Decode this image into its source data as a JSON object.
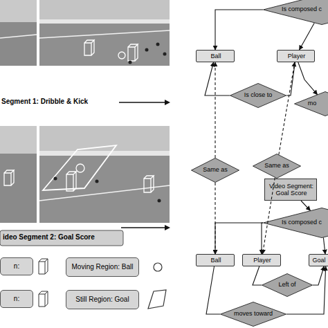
{
  "diagram": {
    "nodes": [
      {
        "text": [
          "Is composed c"
        ]
      },
      {
        "text": [
          "Ball"
        ]
      },
      {
        "text": [
          "Player"
        ]
      },
      {
        "text": [
          "Is close to"
        ]
      },
      {
        "text": [
          "mo"
        ]
      },
      {
        "text": [
          "Same as"
        ]
      },
      {
        "text": [
          "Same as"
        ]
      },
      {
        "text": [
          "Video Segment: Goal Score"
        ]
      },
      {
        "text": [
          "Is composed c"
        ]
      },
      {
        "text": [
          "Ball"
        ]
      },
      {
        "text": [
          "Player"
        ]
      },
      {
        "text": [
          "Goal"
        ]
      },
      {
        "text": [
          "Left of"
        ]
      },
      {
        "text": [
          "moves toward"
        ]
      }
    ],
    "edges": [
      {
        "from": 0,
        "to": 1,
        "arrow": "to"
      },
      {
        "from": 0,
        "to": 2,
        "arrow": "to"
      },
      {
        "from": 2,
        "to": 3,
        "arrow": "none"
      },
      {
        "from": 3,
        "to": 1,
        "arrow": "to"
      },
      {
        "from": 2,
        "to": 4,
        "arrow": "to"
      },
      {
        "from": 5,
        "to": 1,
        "arrow": "to"
      },
      {
        "from": 5,
        "to": 9,
        "arrow": "to"
      },
      {
        "from": 6,
        "to": 2,
        "arrow": "to"
      },
      {
        "from": 6,
        "to": 10,
        "arrow": "to"
      },
      {
        "from": 7,
        "to": 8,
        "arrow": "to"
      },
      {
        "from": 8,
        "to": 9,
        "arrow": "to"
      },
      {
        "from": 8,
        "to": 10,
        "arrow": "to"
      },
      {
        "from": 8,
        "to": 11,
        "arrow": "to"
      },
      {
        "from": 10,
        "to": 12,
        "arrow": "none"
      },
      {
        "from": 12,
        "to": 11,
        "arrow": "to"
      },
      {
        "from": 9,
        "to": 13,
        "arrow": "none"
      },
      {
        "from": 13,
        "to": 11,
        "arrow": "to"
      }
    ],
    "labels": [
      "Segment 1: Dribble & Kick",
      "ideo Segment 2: Goal Score"
    ],
    "legend": [
      {
        "text": "n:"
      },
      {
        "text": "Moving Region: Ball"
      },
      {
        "text": "n:"
      },
      {
        "text": "Still Region: Goal"
      }
    ]
  }
}
